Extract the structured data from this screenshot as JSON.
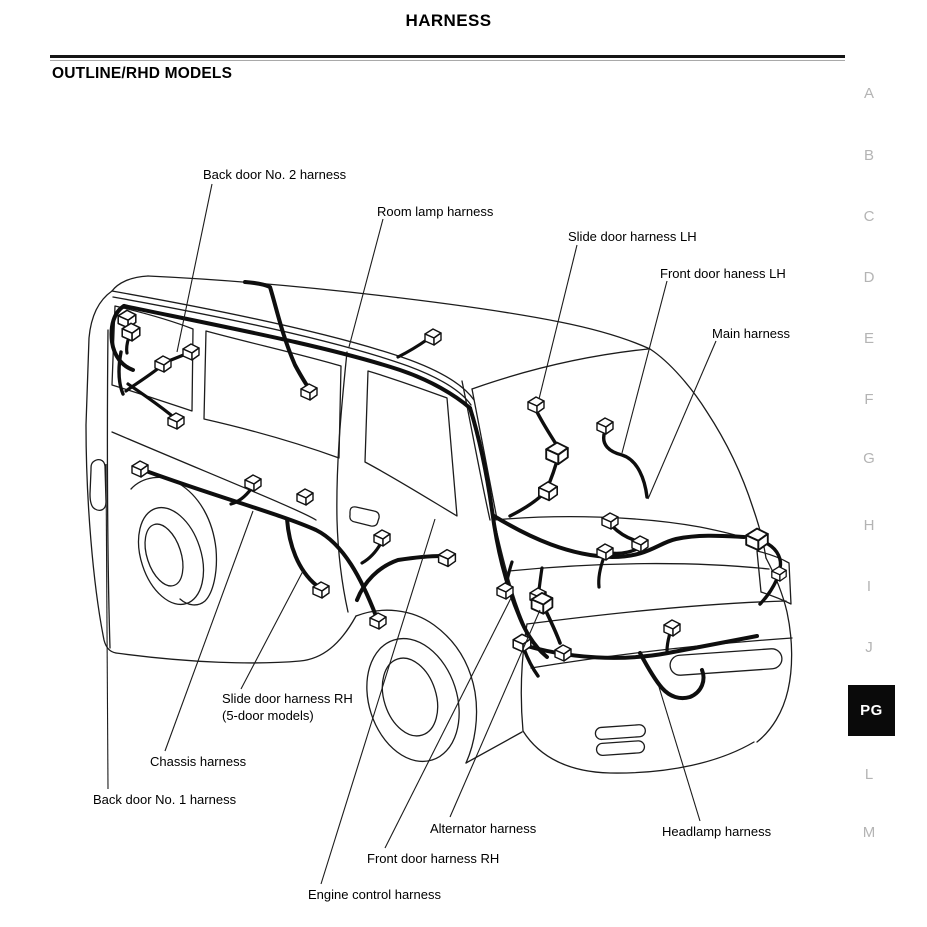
{
  "page": {
    "title": "HARNESS",
    "section": "OUTLINE/RHD MODELS"
  },
  "diagram": {
    "labels": [
      {
        "id": "back-door-no2-harness",
        "text": "Back door No. 2 harness"
      },
      {
        "id": "room-lamp-harness",
        "text": "Room lamp harness"
      },
      {
        "id": "slide-door-harness-lh",
        "text": "Slide door harness LH"
      },
      {
        "id": "front-door-haness-lh",
        "text": "Front door haness LH"
      },
      {
        "id": "main-harness",
        "text": "Main harness"
      },
      {
        "id": "slide-door-harness-rh",
        "text": "Slide door harness RH",
        "text2": "(5-door models)"
      },
      {
        "id": "chassis-harness",
        "text": "Chassis harness"
      },
      {
        "id": "back-door-no1-harness",
        "text": "Back door No. 1 harness"
      },
      {
        "id": "alternator-harness",
        "text": "Alternator harness"
      },
      {
        "id": "headlamp-harness",
        "text": "Headlamp harness"
      },
      {
        "id": "front-door-harness-rh",
        "text": "Front door harness RH"
      },
      {
        "id": "engine-control-harness",
        "text": "Engine control harness"
      }
    ]
  },
  "margin_index": {
    "letters": [
      "A",
      "B",
      "C",
      "D",
      "E",
      "F",
      "G",
      "H",
      "I",
      "J"
    ],
    "active": "PG",
    "letters_lower": [
      "L",
      "M"
    ]
  },
  "colors": {
    "ink": "#1a1a1a",
    "margin_letter": "#b4b4b4",
    "active_tab_bg": "#0a0a0a",
    "active_tab_text": "#ffffff"
  }
}
